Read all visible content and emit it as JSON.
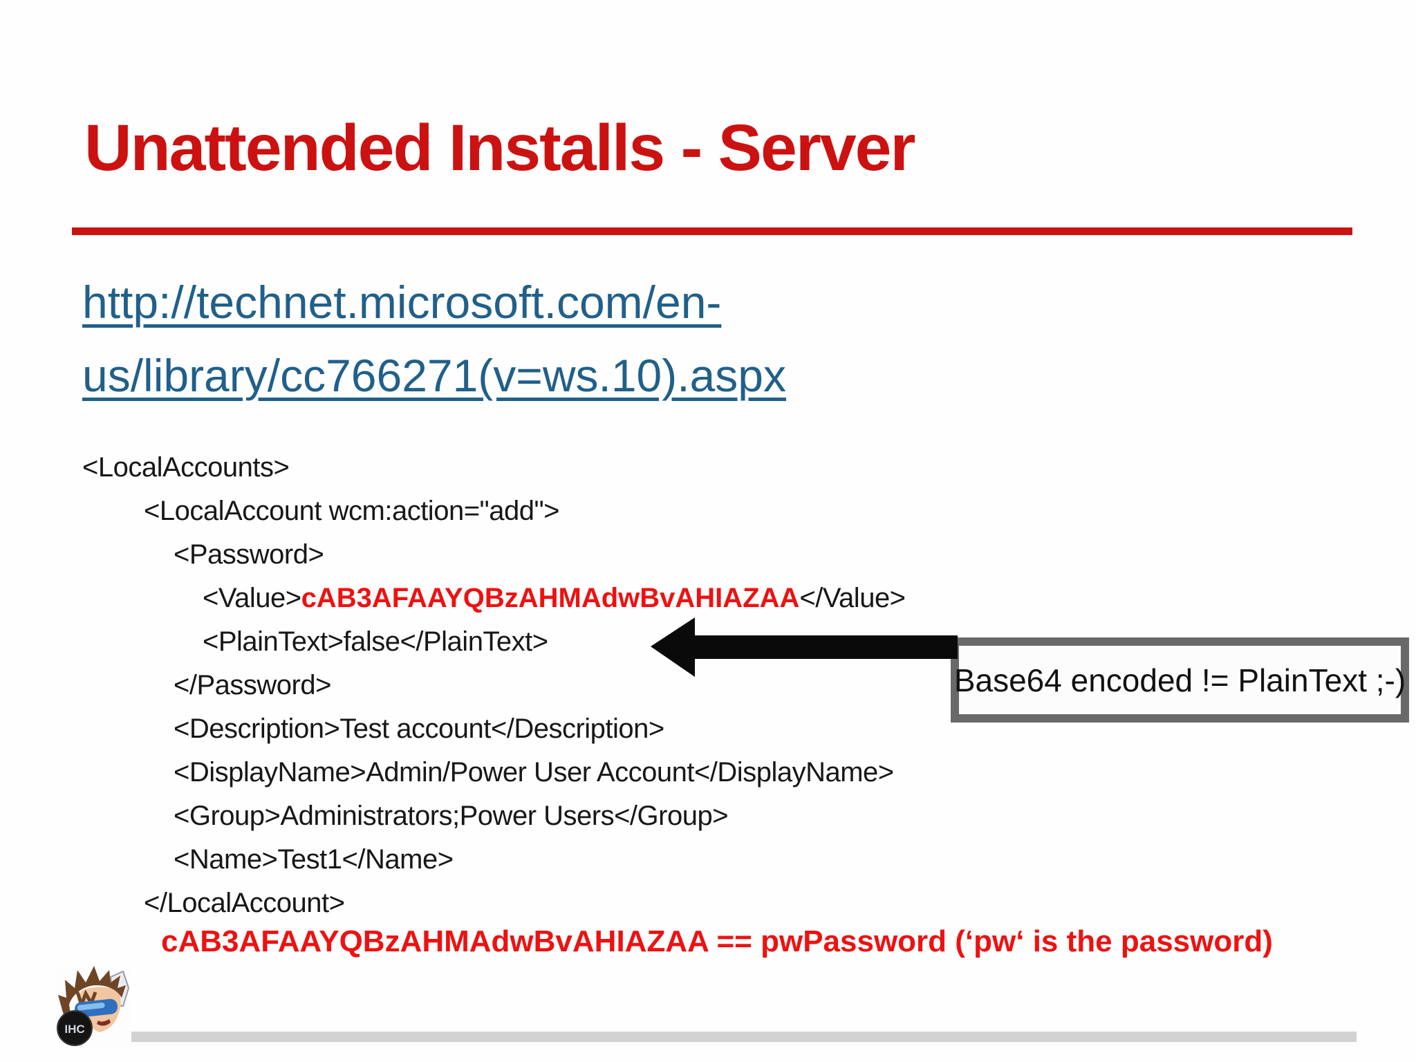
{
  "slide": {
    "title": "Unattended Installs - Server",
    "link": {
      "line1": "http://technet.microsoft.com/en-",
      "line2": "us/library/cc766271(v=ws.10).aspx"
    },
    "code": {
      "lines": [
        {
          "indent": 0,
          "segments": [
            {
              "text": "<LocalAccounts>"
            }
          ]
        },
        {
          "indent": 1,
          "segments": [
            {
              "text": "<LocalAccount wcm:action=\"add\">"
            }
          ]
        },
        {
          "indent": 2,
          "segments": [
            {
              "text": "<Password>"
            }
          ]
        },
        {
          "indent": 3,
          "segments": [
            {
              "text": "<Value>"
            },
            {
              "text": "cAB3AFAAYQBzAHMAdwBvAHIAZAA",
              "highlight": true
            },
            {
              "text": "</Value>"
            }
          ]
        },
        {
          "indent": 3,
          "segments": [
            {
              "text": "<PlainText>false</PlainText>"
            }
          ]
        },
        {
          "indent": 2,
          "segments": [
            {
              "text": "</Password>"
            }
          ]
        },
        {
          "indent": 2,
          "segments": [
            {
              "text": "<Description>Test account</Description>"
            }
          ]
        },
        {
          "indent": 2,
          "segments": [
            {
              "text": "<DisplayName>Admin/Power User Account</DisplayName>"
            }
          ]
        },
        {
          "indent": 2,
          "segments": [
            {
              "text": "<Group>Administrators;Power Users</Group>"
            }
          ]
        },
        {
          "indent": 2,
          "segments": [
            {
              "text": "<Name>Test1</Name>"
            }
          ]
        },
        {
          "indent": 1,
          "segments": [
            {
              "text": "</LocalAccount>"
            }
          ]
        }
      ]
    },
    "callout": {
      "label": "Base64 encoded != PlainText ;-)"
    },
    "footnote": "cAB3AFAAYQBzAHMAdwBvAHIAZAA == pwPassword (‘pw‘ is the password)",
    "avatar_badge": "IHC",
    "colors": {
      "title_red": "#cc1111",
      "highlight_red": "#ee1111",
      "link_blue": "#20608a",
      "callout_border": "#696969",
      "arrow_black": "#0a0a0a",
      "footer_bar_gray": "#d2d2d2"
    }
  }
}
